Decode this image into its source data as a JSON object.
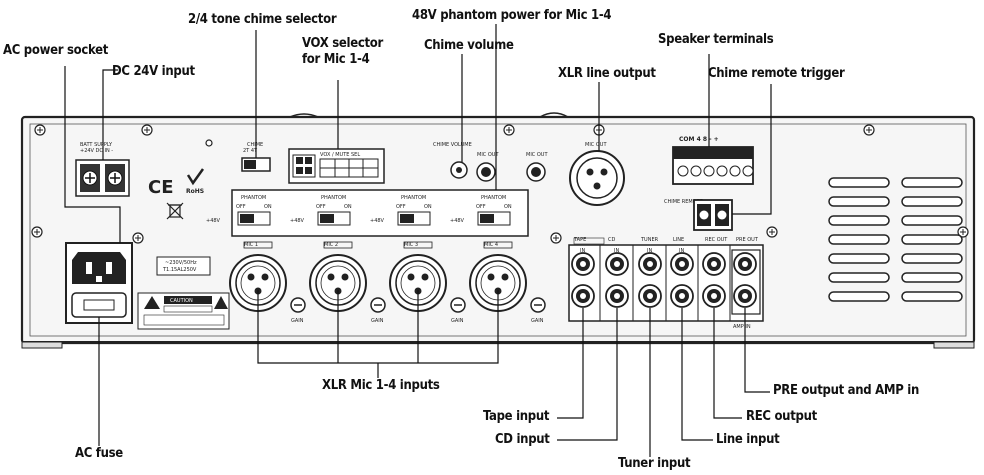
{
  "callouts": {
    "ac_power_socket": "AC power socket",
    "dc_24v_input": "DC 24V input",
    "tone_chime_selector": "2/4 tone chime selector",
    "vox_selector": "VOX selector",
    "vox_selector_line2": "for Mic 1-4",
    "phantom_power": "48V phantom power for Mic 1-4",
    "chime_volume": "Chime volume",
    "speaker_terminals": "Speaker terminals",
    "xlr_line_output": "XLR line output",
    "chime_remote_trigger": "Chime remote trigger",
    "xlr_mic_inputs": "XLR Mic 1-4 inputs",
    "ac_fuse": "AC fuse",
    "tape_input": "Tape input",
    "cd_input": "CD input",
    "tuner_input": "Tuner input",
    "line_input": "Line input",
    "rec_output": "REC output",
    "pre_output_amp_in": "PRE output and AMP in"
  },
  "panel": {
    "batt_supply": "BATT SUPPLY",
    "batt_supply_volts": "+24V DC IN  -",
    "ce_mark": "CE",
    "rohs": "RoHS",
    "chime_label": "CHIME",
    "chime_positions": "2T  4T",
    "chime_volume_label": "CHIME VOLUME",
    "mic_out_label": "MIC OUT",
    "mic_out2_label": "MIC OUT",
    "vox_label": "VOX / MUTE SEL",
    "phantom_label": "PHANTOM",
    "off_label": "OFF",
    "on_label": "ON",
    "plus48v_label": "+48V",
    "mic_labels": [
      "MIC 1",
      "MIC 2",
      "MIC 3",
      "MIC 4"
    ],
    "gain_label": "GAIN",
    "voltage_label": "~230V/50Hz",
    "fuse_label": "T1.15AL250V",
    "caution_label": "CAUTION",
    "rca_labels": [
      "TAPE",
      "CD",
      "TUNER",
      "LINE"
    ],
    "in_label": "IN",
    "rec_out_label": "REC OUT",
    "pre_out_label": "PRE OUT",
    "amp_in_label": "AMP IN",
    "chime_remote_label": "CHIME REMOTE",
    "speaker_polarity": "COM  4  8  -  +"
  }
}
